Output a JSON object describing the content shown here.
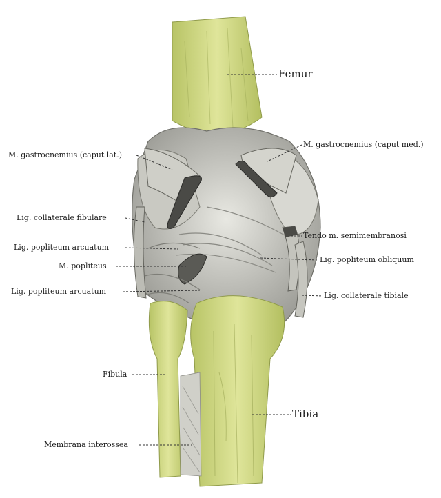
{
  "labels": {
    "femur": "Femur",
    "gastro_lat": "M. gastrocnemius (caput lat.)",
    "gastro_med": "M. gastrocnemius (caput med.)",
    "collat_fib": "Lig. collaterale fibulare",
    "tendo_semimem": "Tendo m. semimembranosi",
    "poplit_arc_1": "Lig. popliteum arcuatum",
    "m_popliteus": "M. popliteus",
    "poplit_obl": "Lig. popliteum obliquum",
    "poplit_arc_2": "Lig. popliteum arcuatum",
    "collat_tib": "Lig. collaterale tibiale",
    "fibula": "Fibula",
    "tibia": "Tibia",
    "membrana": "Membrana interossea"
  },
  "colors": {
    "bone": "#d4dc88",
    "bone_shadow": "#a9b65a",
    "ligament": "#d2d2cc",
    "ligament_dark": "#8e8e88",
    "cut_muscle": "#4a4a46",
    "leader": "#333333"
  }
}
